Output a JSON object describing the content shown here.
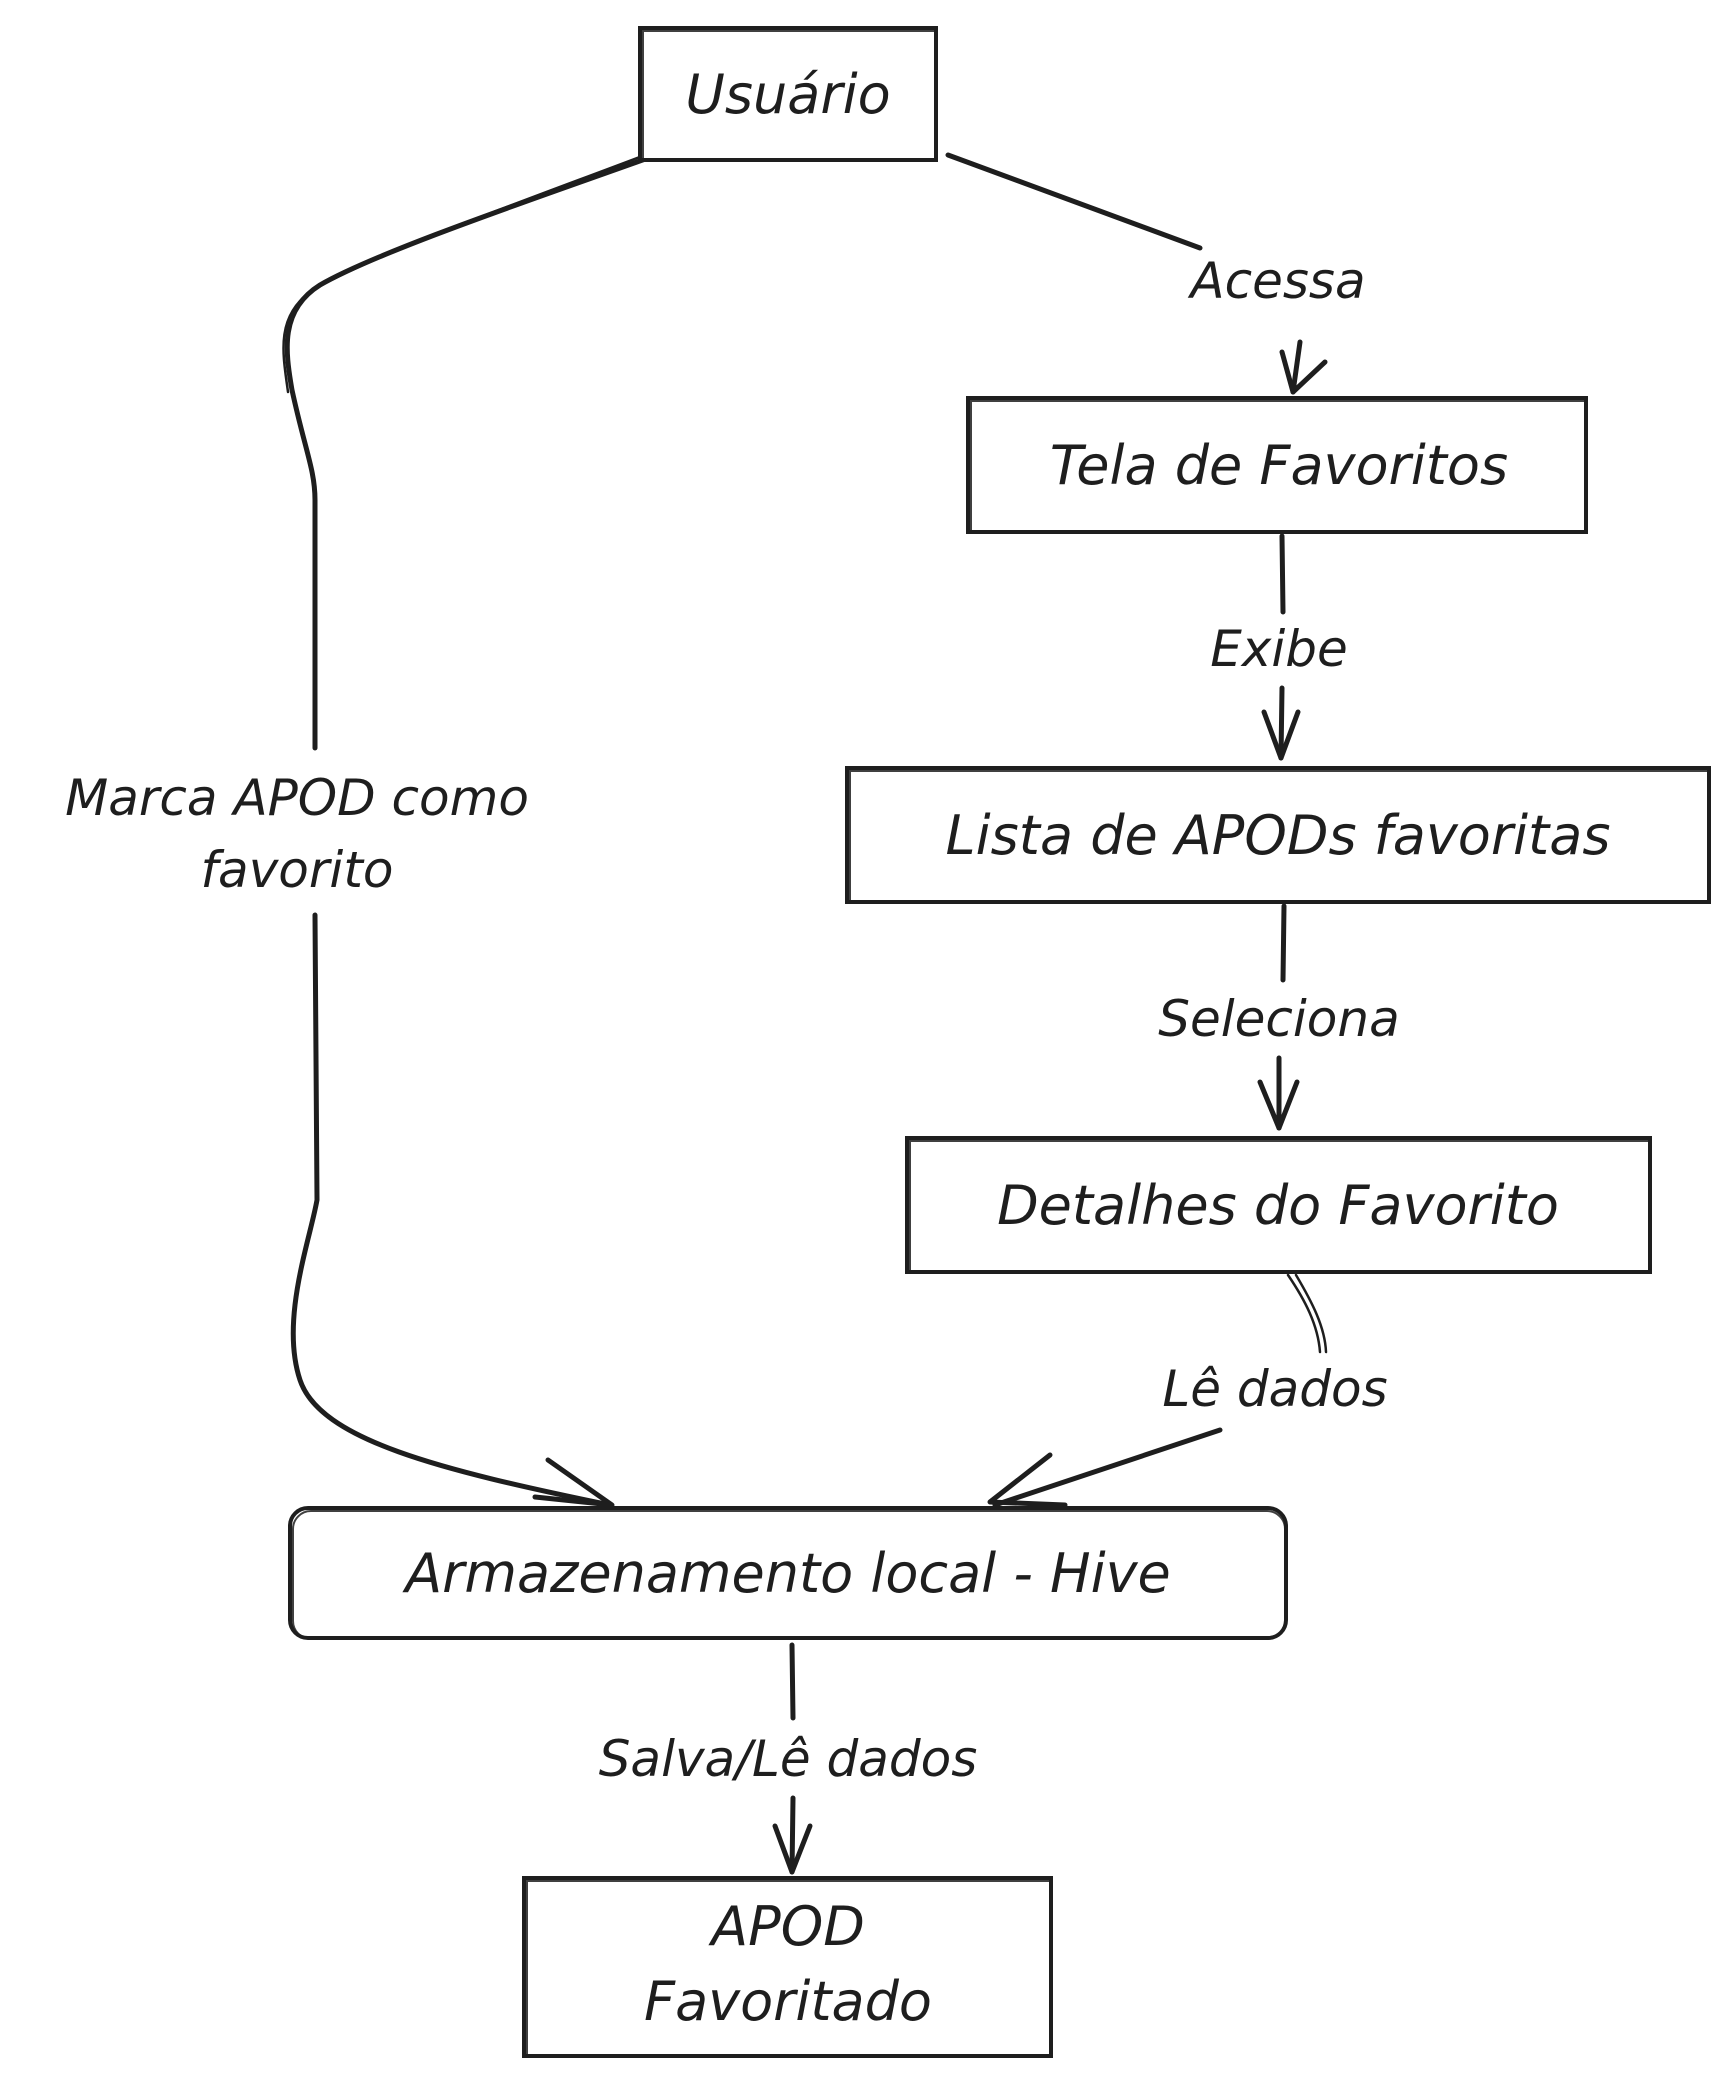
{
  "nodes": {
    "usuario": "Usuário",
    "tela_favoritos": "Tela de Favoritos",
    "lista_favoritas": "Lista de APODs favoritas",
    "detalhes_favorito": "Detalhes do Favorito",
    "armazenamento": "Armazenamento local - Hive",
    "apod_favoritado_line1": "APOD",
    "apod_favoritado_line2": "Favoritado"
  },
  "edges": {
    "acessa": "Acessa",
    "exibe": "Exibe",
    "seleciona": "Seleciona",
    "le_dados": "Lê dados",
    "marca_line1": "Marca APOD como",
    "marca_line2": "favorito",
    "salva_le_dados": "Salva/Lê dados"
  },
  "colors": {
    "stroke": "#1e1e1e",
    "background": "#ffffff"
  }
}
